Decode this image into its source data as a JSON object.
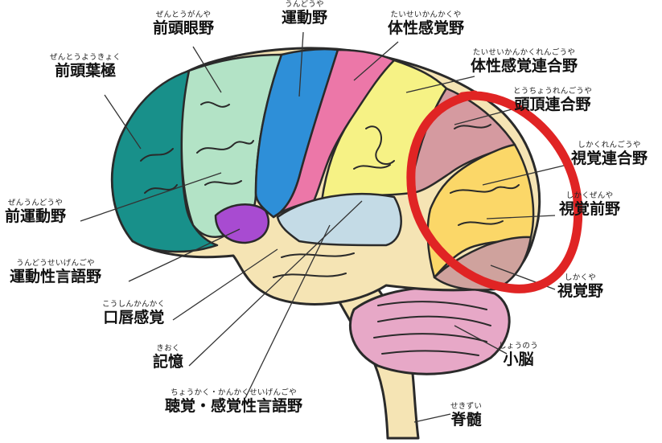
{
  "regions": {
    "frontal_eye_field": {
      "ruby": "ぜんとうがんや",
      "name": "前頭眼野"
    },
    "motor_cortex": {
      "ruby": "うんどうや",
      "name": "運動野"
    },
    "somatosensory": {
      "ruby": "たいせいかんかくや",
      "name": "体性感覚野"
    },
    "somatosensory_association": {
      "ruby": "たいせいかんかくれんごうや",
      "name": "体性感覚連合野"
    },
    "prefrontal": {
      "ruby": "ぜんとうようきょく",
      "name": "前頭葉極"
    },
    "parietal_association": {
      "ruby": "とうちょうれんごうや",
      "name": "頭頂連合野"
    },
    "visual_association": {
      "ruby": "しかくれんごうや",
      "name": "視覚連合野"
    },
    "premotor": {
      "ruby": "ぜんうんどうや",
      "name": "前運動野"
    },
    "prestriate": {
      "ruby": "しかくぜんや",
      "name": "視覚前野"
    },
    "motor_speech": {
      "ruby": "うんどうせいげんごや",
      "name": "運動性言語野"
    },
    "visual_cortex": {
      "ruby": "しかくや",
      "name": "視覚野"
    },
    "lip_sensation": {
      "ruby": "こうしんかんかく",
      "name": "口唇感覚"
    },
    "cerebellum": {
      "ruby": "しょうのう",
      "name": "小脳"
    },
    "memory": {
      "ruby": "きおく",
      "name": "記憶"
    },
    "auditory_speech": {
      "ruby": "ちょうかく・かんかくせいげんごや",
      "name": "聴覚・感覚性言語野"
    },
    "spinal_cord": {
      "ruby": "せきずい",
      "name": "脊髄"
    }
  },
  "colors": {
    "prefrontal": "#18908a",
    "frontal_eye_field": "#b3e3c6",
    "motor_cortex": "#2e8fd8",
    "somatosensory": "#ec77a8",
    "somatosensory_association": "#f6f285",
    "parietal_association": "#d59aa0",
    "visual_association": "#fbd768",
    "visual_cortex": "#cfa29d",
    "motor_speech": "#a84bd1",
    "temporal": "#f5e4b4",
    "auditory": "#c4dbe6",
    "cerebellum": "#e7a8c7",
    "brainstem": "#f5e4b4",
    "highlight_circle": "#e02424"
  }
}
